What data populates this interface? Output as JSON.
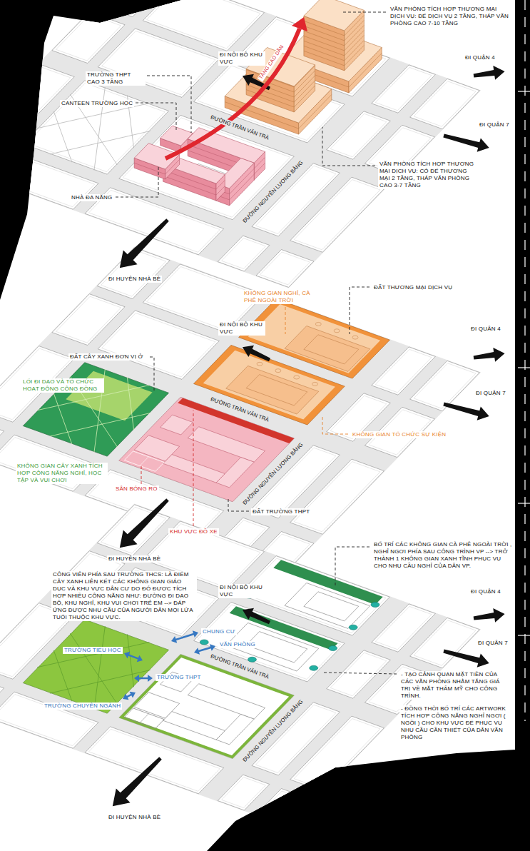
{
  "diagram": {
    "labels": [
      "VĂN PHÒNG TÍCH HỢP THƯƠNG MẠI DỊCH VỤ: ĐẾ DỊCH VỤ 2 TẦNG, THÁP VĂN PHÒNG CAO 7-10 TẦNG",
      "TẦNG CAO DẦN",
      "ĐI NỘI BỘ KHU VỰC",
      "ĐI QUẬN 4",
      "TRƯỜNG THPT CAO 3 TẦNG",
      "CANTEEN TRƯỜNG HỌC",
      "ĐƯỜNG TRẦN VĂN TRÀ",
      "ĐI QUẬN 7",
      "VĂN PHÒNG TÍCH HỢP THƯƠNG MẠI DỊCH VỤ: CÓ ĐẾ THƯƠNG MẠI 2 TẦNG, THÁP VĂN PHÒNG CAO 3-7 TẦNG",
      "NHÀ ĐA NĂNG",
      "ĐƯỜNG NGUYỄN LƯƠNG BẰNG",
      "ĐI HUYỆN NHÀ BÈ",
      "ĐẤT THƯƠNG MẠI DỊCH VỤ",
      "KHÔNG GIAN NGHỈ, CÀ PHÊ NGOÀI TRỜI",
      "ĐI NỘI BỘ KHU VỰC",
      "ĐI QUẬN 4",
      "ĐẤT CÂY XANH ĐƠN VỊ Ở",
      "LỐI ĐI DẠO VÀ TỔ CHỨC HOẠT ĐỘNG CỘNG ĐỒNG",
      "ĐƯỜNG TRẦN VĂN TRÀ",
      "ĐI QUẬN 7",
      "KHÔNG GIAN TỔ CHỨC SỰ KIỆN",
      "KHÔNG GIAN CÂY XANH TÍCH HỢP CÔNG NĂNG NGHỈ, HỌC TẬP VÀ VUI CHƠI",
      "SÂN BÓNG RỔ",
      "ĐƯỜNG NGUYỄN LƯƠNG BẰNG",
      "ĐẤT TRƯỜNG THPT",
      "KHU VỰC ĐỖ XE",
      "ĐI HUYỆN NHÀ BÈ",
      "BỐ TRÍ CÁC KHÔNG GIAN CÀ PHÊ NGOÀI TRỜI , NGHỈ NGƠI PHÍA SAU CÔNG TRÌNH VP --> TRỞ THÀNH 1 KHÔNG GIAN XANH TĨNH PHỤC VỤ CHO NHU CẦU NGHỈ CỦA DÂN VP.",
      "CÔNG VIÊN PHÍA SAU TRƯỜNG THCS: LÀ ĐIỂM CÂY XANH LIÊN KẾT CÁC KHÔNG GIAN GIÁO DỤC VÀ KHU VỰC DÂN CƯ DO ĐÓ ĐƯỢC TÍCH HỢP NHIỀU CÔNG NĂNG NHƯ: ĐƯỜNG ĐI DẠO BỘ, KHU NGHỈ, KHU VUI CHƠI TRẺ EM --> ĐÁP ỨNG ĐƯỢC NHU CẦU CỦA NGƯỜI DÂN MỌI LỨA TUỔI THUỘC KHU VỰC.",
      "ĐI NỘI BỘ KHU VỰC",
      "ĐI QUẬN 4",
      "CHUNG CƯ",
      "VĂN PHÒNG",
      "TRƯỜNG TIỂU HỌC",
      "ĐƯỜNG TRẦN VĂN TRÀ",
      "ĐI QUẬN 7",
      "TRƯỜNG THPT",
      "- TẠO CẢNH QUAN MẶT TIỀN CỦA CÁC VĂN PHÒNG NHẰM TĂNG GIÁ TRỊ VỀ MẶT THẨM MỸ CHO CÔNG TRÌNH.",
      "- ĐỒNG THỜI BỐ TRÍ CÁC ARTWORK TÍCH HỢP CÔNG NĂNG NGHỈ NGƠI ( NGỒI ) CHO KHU VỰC ĐỂ PHỤC VỤ NHU CẦU CẦN THIẾT CỦA DÂN VĂN PHÒNG",
      "TRƯỜNG CHUYÊN NGÀNH",
      "ĐƯỜNG NGUYỄN LƯƠNG BẰNG",
      "ĐI HUYỆN NHÀ BÈ"
    ]
  }
}
